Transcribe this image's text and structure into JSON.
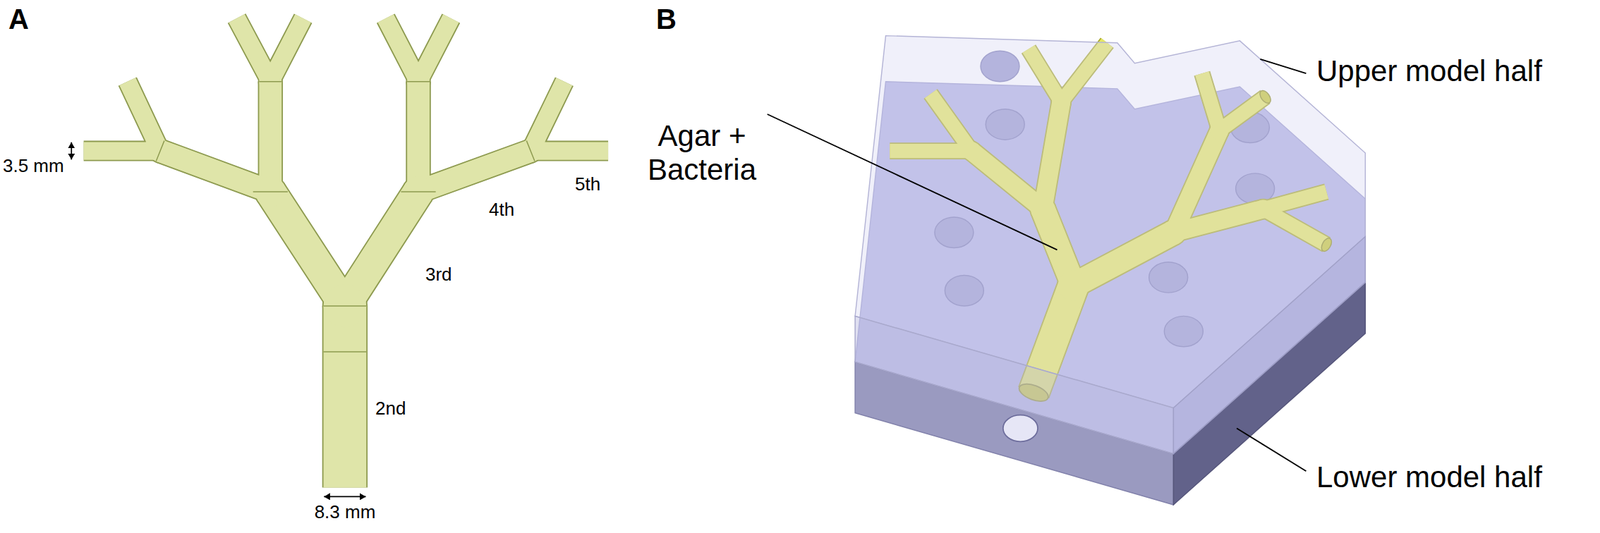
{
  "diagram": {
    "labels": [
      "A",
      "3.5 mm",
      "2nd",
      "3rd",
      "4th",
      "5th",
      "8.3 mm",
      "B",
      "Agar + Bacteria",
      "Upper model half",
      "Lower model half"
    ]
  }
}
